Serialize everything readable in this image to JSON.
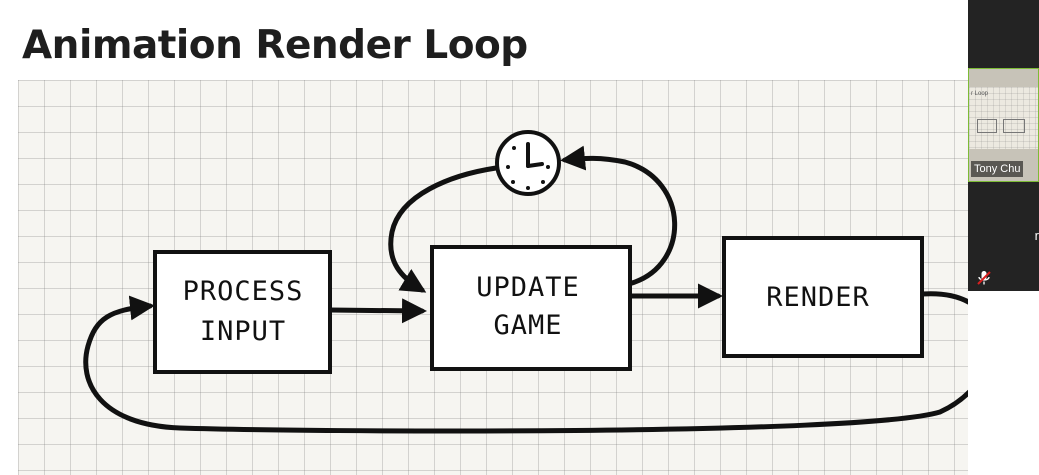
{
  "slide": {
    "title": "Animation Render Loop",
    "diagram": {
      "boxes": [
        {
          "line1": "PROCESS",
          "line2": "INPUT"
        },
        {
          "line1": "UPDATE",
          "line2": "GAME"
        },
        {
          "line1": "RENDER",
          "line2": ""
        }
      ],
      "timer_icon": "clock-icon"
    }
  },
  "participants_panel": {
    "tile": {
      "name": "Tony Chu",
      "thumb_text": "r Loop"
    },
    "second_tile_text": "r",
    "icons": [
      "muted-microphone-icon"
    ],
    "colors": {
      "active_speaker_border": "#7dbb36",
      "panel_background": "#232323",
      "mute_icon": "#d92020"
    }
  }
}
